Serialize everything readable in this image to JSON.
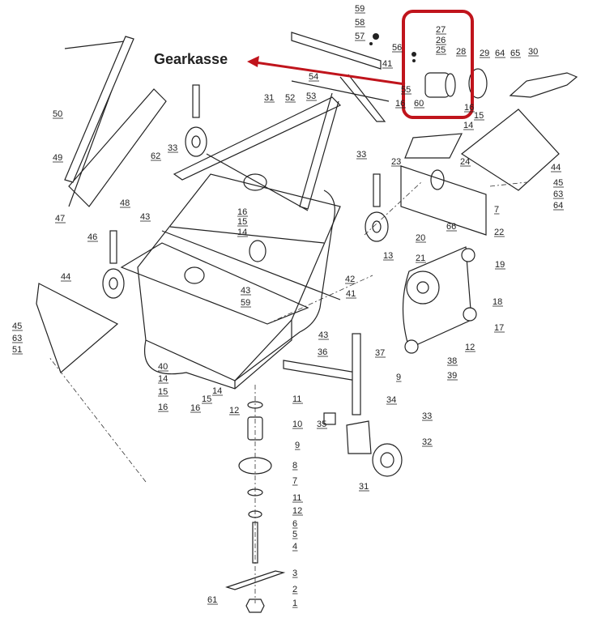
{
  "callout": {
    "text": "Gearkasse",
    "color": "#c0141c"
  },
  "labels": [
    "59",
    "58",
    "57",
    "56",
    "41",
    "54",
    "55",
    "16",
    "60",
    "27",
    "26",
    "25",
    "28",
    "29",
    "64",
    "65",
    "30",
    "16",
    "15",
    "14",
    "31",
    "52",
    "53",
    "33",
    "33",
    "23",
    "24",
    "44",
    "45",
    "63",
    "64",
    "7",
    "22",
    "66",
    "50",
    "49",
    "62",
    "48",
    "47",
    "46",
    "43",
    "16",
    "15",
    "14",
    "13",
    "20",
    "21",
    "19",
    "18",
    "17",
    "42",
    "41",
    "43",
    "59",
    "43",
    "12",
    "38",
    "39",
    "44",
    "45",
    "63",
    "51",
    "36",
    "37",
    "9",
    "40",
    "14",
    "15",
    "16",
    "14",
    "15",
    "16",
    "11",
    "12",
    "10",
    "34",
    "33",
    "35",
    "9",
    "32",
    "8",
    "7",
    "31",
    "11",
    "12",
    "6",
    "5",
    "4",
    "3",
    "2",
    "61",
    "1"
  ]
}
